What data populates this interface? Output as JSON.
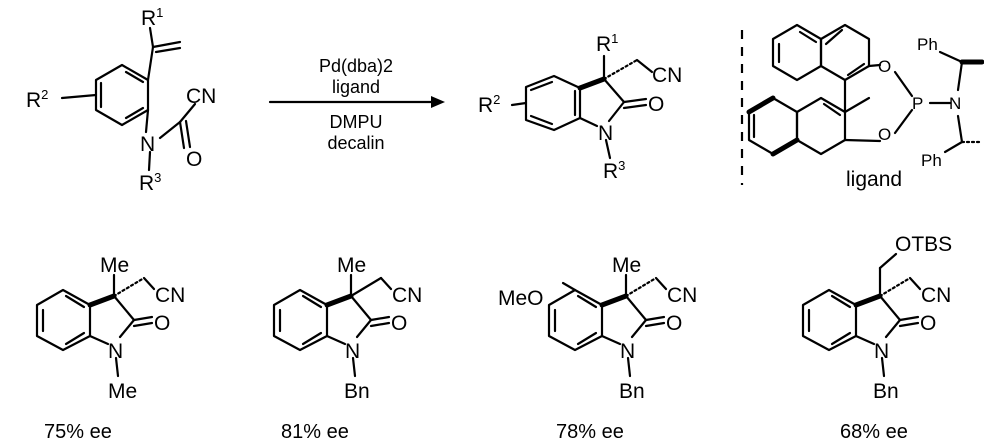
{
  "scheme": {
    "reagents_above": [
      "Pd(dba)2",
      "ligand"
    ],
    "reagents_below": [
      "DMPU",
      "decalin"
    ],
    "ligand_label": "ligand"
  },
  "atoms": {
    "R1": "R",
    "R1_sup": "1",
    "R2": "R",
    "R2_sup": "2",
    "R3": "R",
    "R3_sup": "3",
    "N": "N",
    "O": "O",
    "CN": "CN",
    "P": "P",
    "Ph": "Ph",
    "Me": "Me",
    "Bn": "Bn",
    "MeO": "MeO",
    "OTBS": "OTBS"
  },
  "products": [
    {
      "substituent": "Me",
      "n_group": "Me",
      "ee": "75% ee"
    },
    {
      "substituent": "Me",
      "n_group": "Bn",
      "ee": "81% ee"
    },
    {
      "substituent": "Me",
      "n_group": "Bn",
      "aryl": "MeO",
      "ee": "78% ee"
    },
    {
      "substituent": "OTBS",
      "n_group": "Bn",
      "ee": "68% ee"
    }
  ],
  "colors": {
    "ink": "#000000",
    "background": "#ffffff"
  }
}
